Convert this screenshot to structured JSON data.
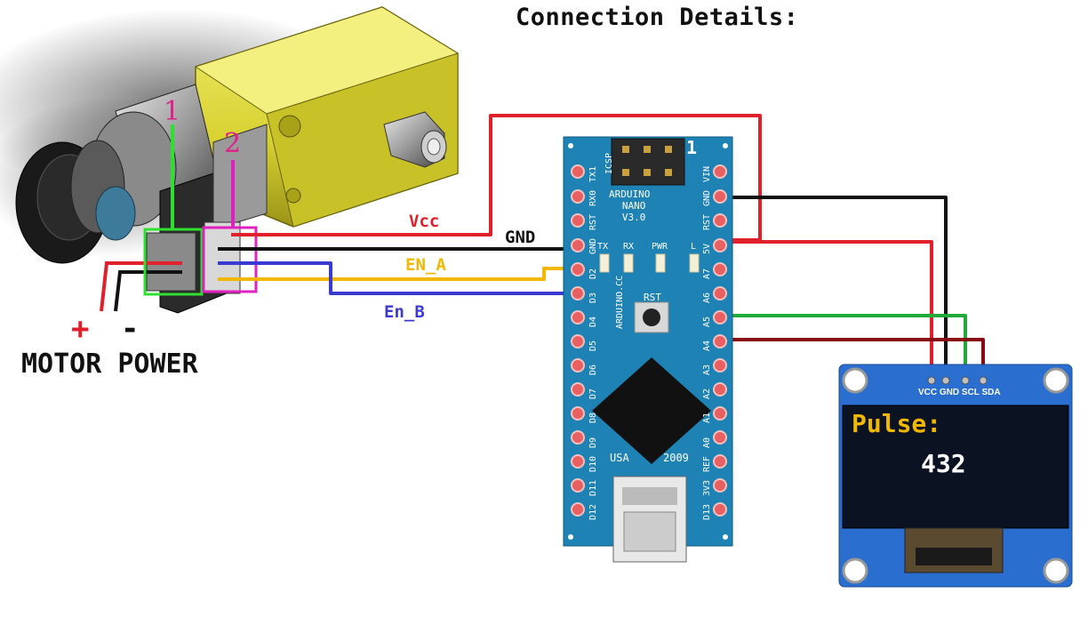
{
  "title": "Connection Details:",
  "motor": {
    "power_label": "MOTOR POWER",
    "plus": "+",
    "minus": "-",
    "pin_1": "1",
    "pin_2": "2"
  },
  "wires": {
    "vcc": "Vcc",
    "gnd": "GND",
    "en_a": "EN_A",
    "en_b": "En_B"
  },
  "board": {
    "name_line1": "ARDUINO",
    "name_line2": "NANO",
    "name_line3": "V3.0",
    "made_in": "USA",
    "year": "2009",
    "reset": "RST",
    "site": "ARDUINO.CC",
    "icsp": "ICSP",
    "corner_number": "1",
    "leds": [
      "TX",
      "RX",
      "PWR",
      "L"
    ],
    "left_pins": [
      "TX1",
      "RX0",
      "RST",
      "GND",
      "D2",
      "D3",
      "D4",
      "D5",
      "D6",
      "D7",
      "D8",
      "D9",
      "D10",
      "D11",
      "D12"
    ],
    "right_pins": [
      "VIN",
      "GND",
      "RST",
      "5V",
      "A7",
      "A6",
      "A5",
      "A4",
      "A3",
      "A2",
      "A1",
      "A0",
      "REF",
      "3V3",
      "D13"
    ]
  },
  "oled": {
    "pins_label": "VCC GND SCL SDA",
    "pulse_label": "Pulse:",
    "pulse_value": "432"
  },
  "colors": {
    "vcc": "#e0202a",
    "gnd": "#111111",
    "en_a": "#f2b800",
    "en_b": "#3a3ad0",
    "scl": "#1faa3a",
    "sda": "#8a0a14",
    "board": "#1e82b4",
    "oled_pcb": "#2a6fcf",
    "motor_body": "#e6e04a",
    "connector_1": "#30e030",
    "connector_2": "#e020c0"
  }
}
